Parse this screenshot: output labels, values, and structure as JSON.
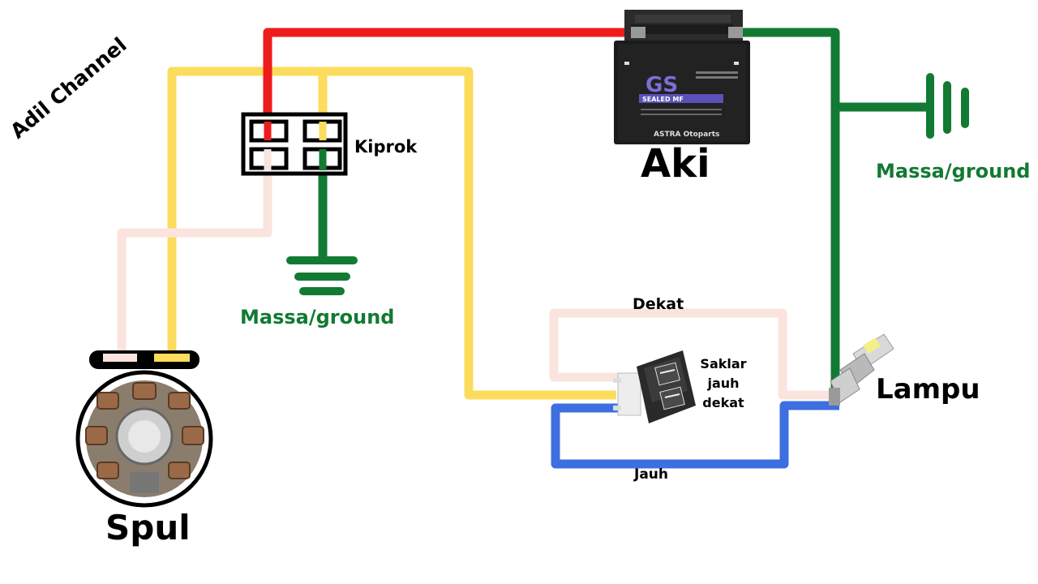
{
  "watermark": "Adil Channel",
  "components": {
    "spul": "Spul",
    "kiprok": "Kiprok",
    "aki": "Aki",
    "lampu": "Lampu",
    "saklar": [
      "Saklar",
      "jauh",
      "dekat"
    ]
  },
  "battery": {
    "brand": "GS",
    "model": "SEALED MF",
    "maker": "ASTRA Otoparts"
  },
  "ground_labels": {
    "kiprok": "Massa/ground",
    "aki": "Massa/ground"
  },
  "wire_labels": {
    "dekat": "Dekat",
    "jauh": "Jauh"
  },
  "wire_colors": {
    "red": "#ee1c1c",
    "yellow": "#fcdc5c",
    "green": "#127a32",
    "blue": "#3e6fe0",
    "pink": "#fbe4de",
    "ground_label": "#127a32"
  }
}
